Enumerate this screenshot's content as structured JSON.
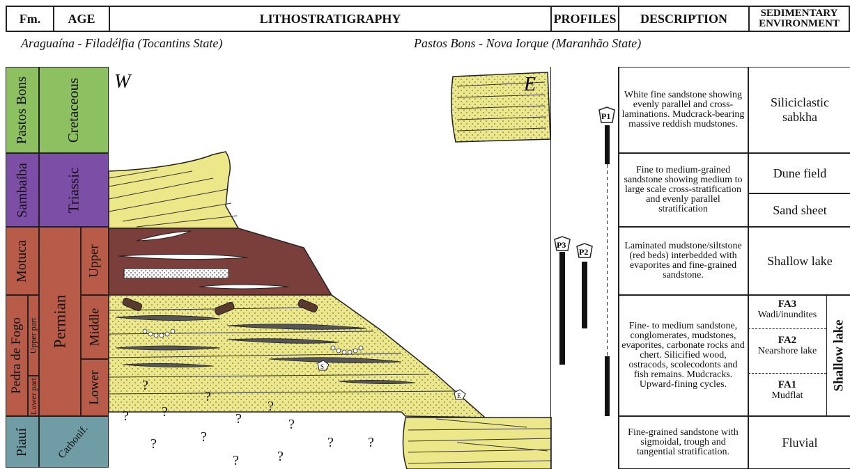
{
  "headers": {
    "fm": "Fm.",
    "age": "AGE",
    "litho": "LITHOSTRATIGRAPHY",
    "profiles": "PROFILES",
    "description": "DESCRIPTION",
    "env_line1": "SEDIMENTARY",
    "env_line2": "ENVIRONMENT"
  },
  "locations": {
    "left": "Araguaína - Filadélfia (Tocantins State)",
    "right": "Pastos Bons - Nova Iorque (Maranhão State)"
  },
  "formations": {
    "pastos_bons": "Pastos Bons",
    "sambaiba": "Sambaíba",
    "motuca": "Motuca",
    "pedra_de_fogo": "Pedra de Fogo",
    "upper_part": "Upper part",
    "lower_part": "Lower part",
    "piaui": "Piauí"
  },
  "ages": {
    "cretaceous": "Cretaceous",
    "triassic": "Triassic",
    "permian": "Permian",
    "upper": "Upper",
    "middle": "Middle",
    "lower": "Lower",
    "carbonif": "Carbonif."
  },
  "litho_labels": {
    "west": "W",
    "east": "E",
    "unknown": "?",
    "s_marker": "S",
    "e_marker": "E"
  },
  "profiles": {
    "p1": "P1",
    "p2": "P2",
    "p3": "P3"
  },
  "descriptions": {
    "pastos_bons": "White fine sandstone showing evenly parallel and cross-laminations. Mudcrack-bearing massive reddish mudstones.",
    "sambaiba": "Fine to medium-grained sandstone showing medium to large scale cross-stratification and evenly parallel stratification",
    "motuca": "Laminated mudstone/siltstone (red beds) interbedded with evaporites and fine-grained sandstone.",
    "pedra_de_fogo": "Fine- to medium sandstone, conglomerates, mudstones, evaporites, carbonate rocks and chert. Silicified wood, ostracods, scolecodonts and fish remains. Mudcracks. Upward-fining cycles.",
    "piaui": "Fine-grained sandstone with sigmoidal, trough and tangential stratification."
  },
  "environments": {
    "siliciclastic_sabkha": "Siliciclastic sabkha",
    "dune_field": "Dune field",
    "sand_sheet": "Sand sheet",
    "shallow_lake": "Shallow lake",
    "shallow_lake_vertical": "Shallow lake",
    "fluvial": "Fluvial",
    "fa3_code": "FA3",
    "fa3_name": "Wadi/inundites",
    "fa2_code": "FA2",
    "fa2_name": "Nearshore lake",
    "fa1_code": "FA1",
    "fa1_name": "Mudflat"
  },
  "colors": {
    "cretaceous_green": "#8dc061",
    "triassic_purple": "#7c4ea6",
    "permian_red": "#b85b48",
    "carboniferous_teal": "#6f9ca5",
    "sandstone_yellow": "#ece788",
    "mudstone_brown": "#7a3f3b"
  }
}
